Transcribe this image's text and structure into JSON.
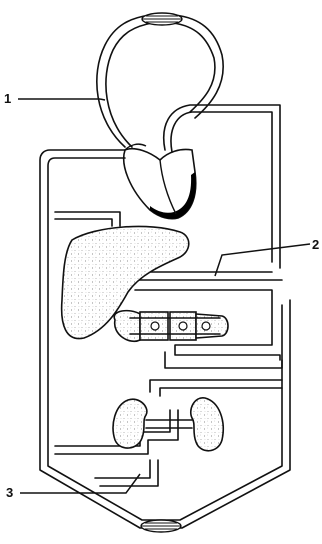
{
  "diagram": {
    "labels": [
      {
        "id": "label-1",
        "text": "1"
      },
      {
        "id": "label-2",
        "text": "2"
      },
      {
        "id": "label-3",
        "text": "3"
      }
    ],
    "colors": {
      "line": "#111111",
      "organ_fill": "#ffffff",
      "speckle": "#555555",
      "heart_shadow": "#000000"
    }
  }
}
